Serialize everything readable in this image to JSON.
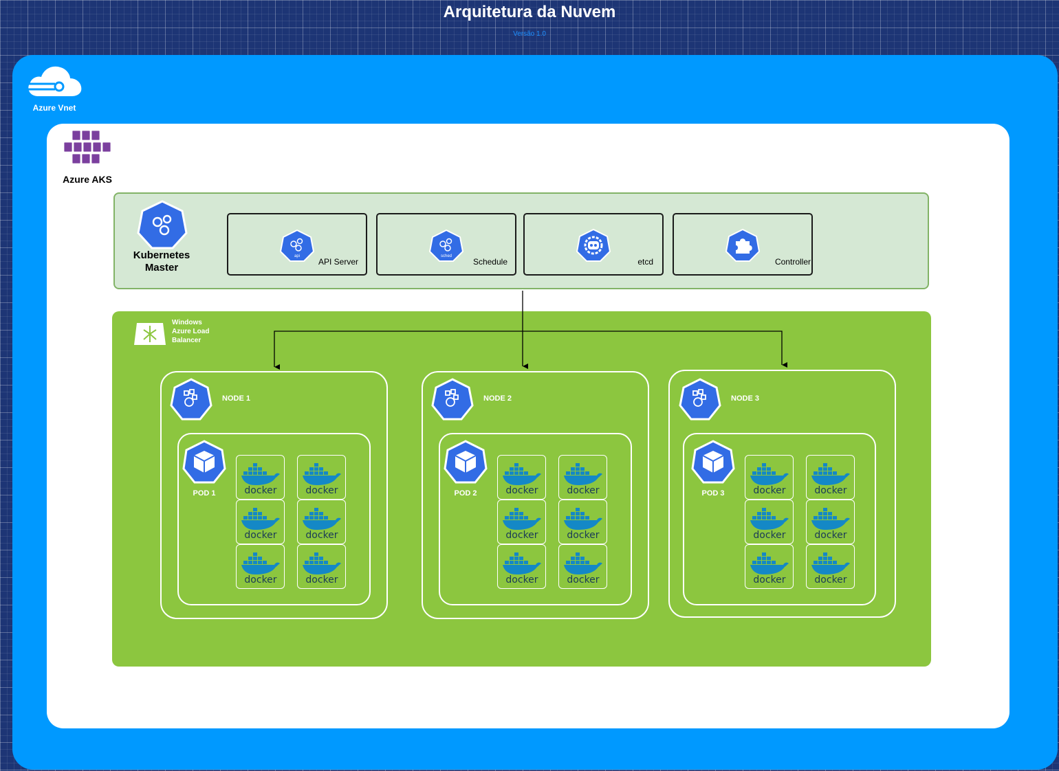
{
  "header": {
    "title": "Arquitetura da Nuvem",
    "version": "Versão 1.0"
  },
  "vnet": {
    "label": "Azure Vnet"
  },
  "aks": {
    "label": "Azure AKS"
  },
  "master": {
    "label": "Kubernetes Master",
    "components": [
      {
        "name": "api-server",
        "label": "API Server",
        "icon": "api-icon",
        "icon_text": "api"
      },
      {
        "name": "schedule",
        "label": "Schedule",
        "icon": "sched-icon",
        "icon_text": "sched"
      },
      {
        "name": "etcd",
        "label": "etcd",
        "icon": "etcd-icon"
      },
      {
        "name": "controller",
        "label": "Controller",
        "icon": "puzzle-icon"
      }
    ]
  },
  "load_balancer": {
    "label": "Windows Azure Load Balancer"
  },
  "nodes": [
    {
      "label": "NODE 1",
      "pod": "POD 1",
      "containers": [
        "docker",
        "docker",
        "docker",
        "docker",
        "docker",
        "docker"
      ]
    },
    {
      "label": "NODE 2",
      "pod": "POD 2",
      "containers": [
        "docker",
        "docker",
        "docker",
        "docker",
        "docker",
        "docker"
      ]
    },
    {
      "label": "NODE 3",
      "pod": "POD 3",
      "containers": [
        "docker",
        "docker",
        "docker",
        "docker",
        "docker",
        "docker"
      ]
    }
  ],
  "colors": {
    "vnet": "#0099ff",
    "master_fill": "#d5e8d4",
    "master_border": "#82b366",
    "lb_area": "#8cc63f",
    "k8s_blue": "#326ce5",
    "aks_purple": "#7b3f9e",
    "docker_blue": "#1488c6"
  }
}
